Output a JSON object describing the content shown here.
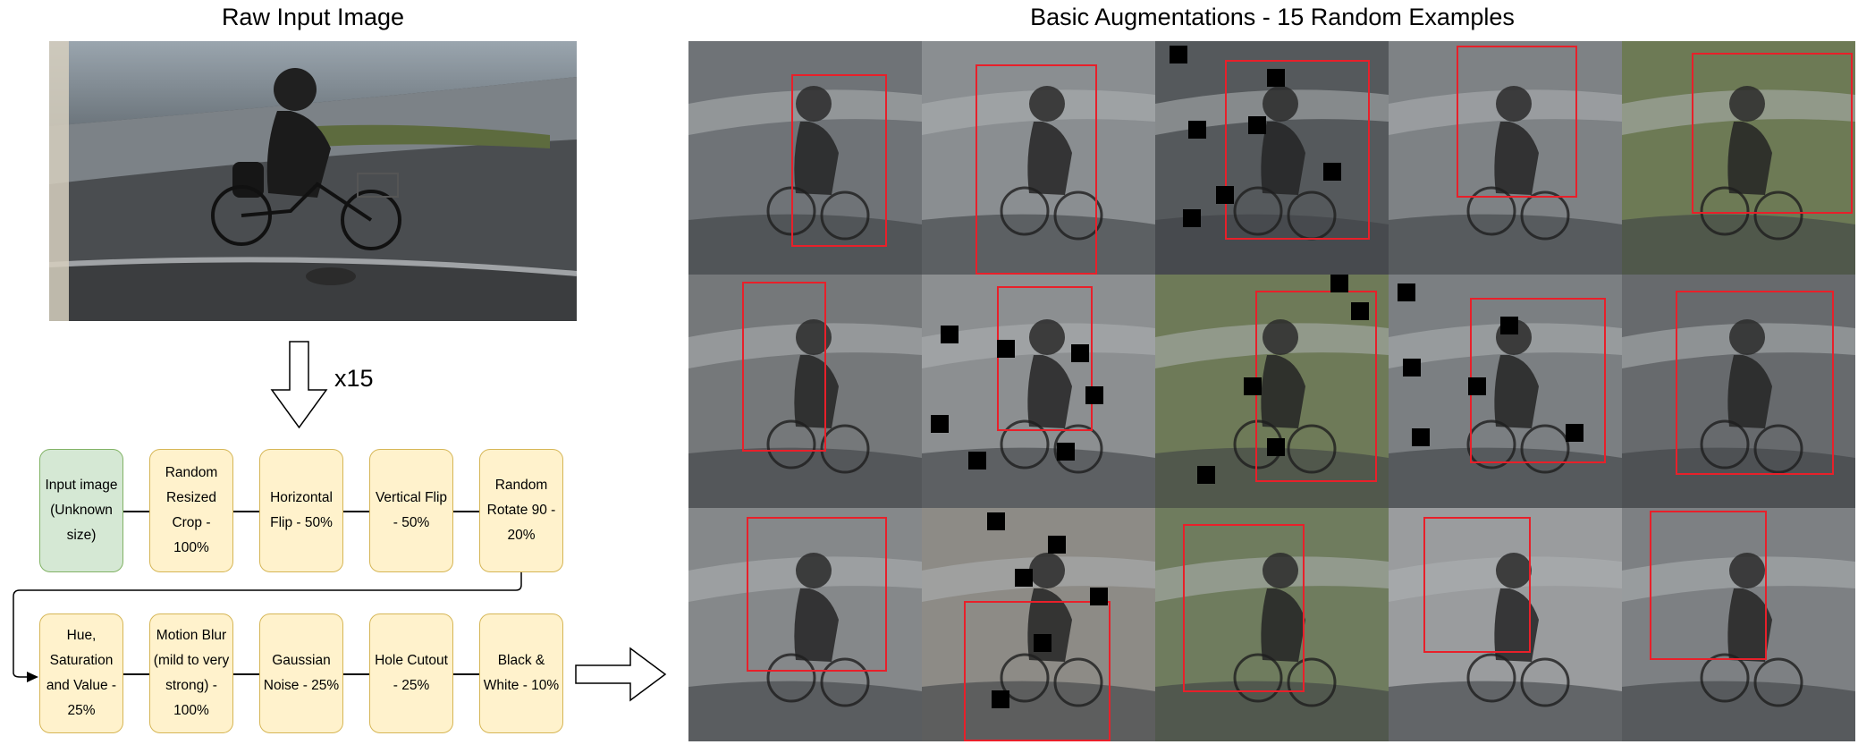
{
  "left_title": "Raw Input Image",
  "right_title": "Basic Augmentations - 15 Random Examples",
  "repeat_label": "x15",
  "raw_image": {
    "icon": "cyclist-photo"
  },
  "pipeline": {
    "row1": [
      {
        "label": "Input image (Unknown size)",
        "color": "#d5e8d4"
      },
      {
        "label": "Random Resized Crop - 100%",
        "color": "#fff2cc"
      },
      {
        "label": "Horizontal Flip - 50%",
        "color": "#fff2cc"
      },
      {
        "label": "Vertical Flip - 50%",
        "color": "#fff2cc"
      },
      {
        "label": "Random Rotate 90 - 20%",
        "color": "#fff2cc"
      }
    ],
    "row2": [
      {
        "label": "Hue, Saturation and Value - 25%",
        "color": "#fff2cc"
      },
      {
        "label": "Motion Blur (mild to very strong) - 100%",
        "color": "#fff2cc"
      },
      {
        "label": "Gaussian Noise - 25%",
        "color": "#fff2cc"
      },
      {
        "label": "Hole Cutout - 25%",
        "color": "#fff2cc"
      },
      {
        "label": "Black & White - 10%",
        "color": "#fff2cc"
      }
    ]
  },
  "colors": {
    "box_fill": "#fff2cc",
    "box_stroke": "#d6b656",
    "input_fill": "#d5e8d4",
    "input_stroke": "#82b366",
    "bbox": "#e8202a"
  },
  "examples_count": 15
}
